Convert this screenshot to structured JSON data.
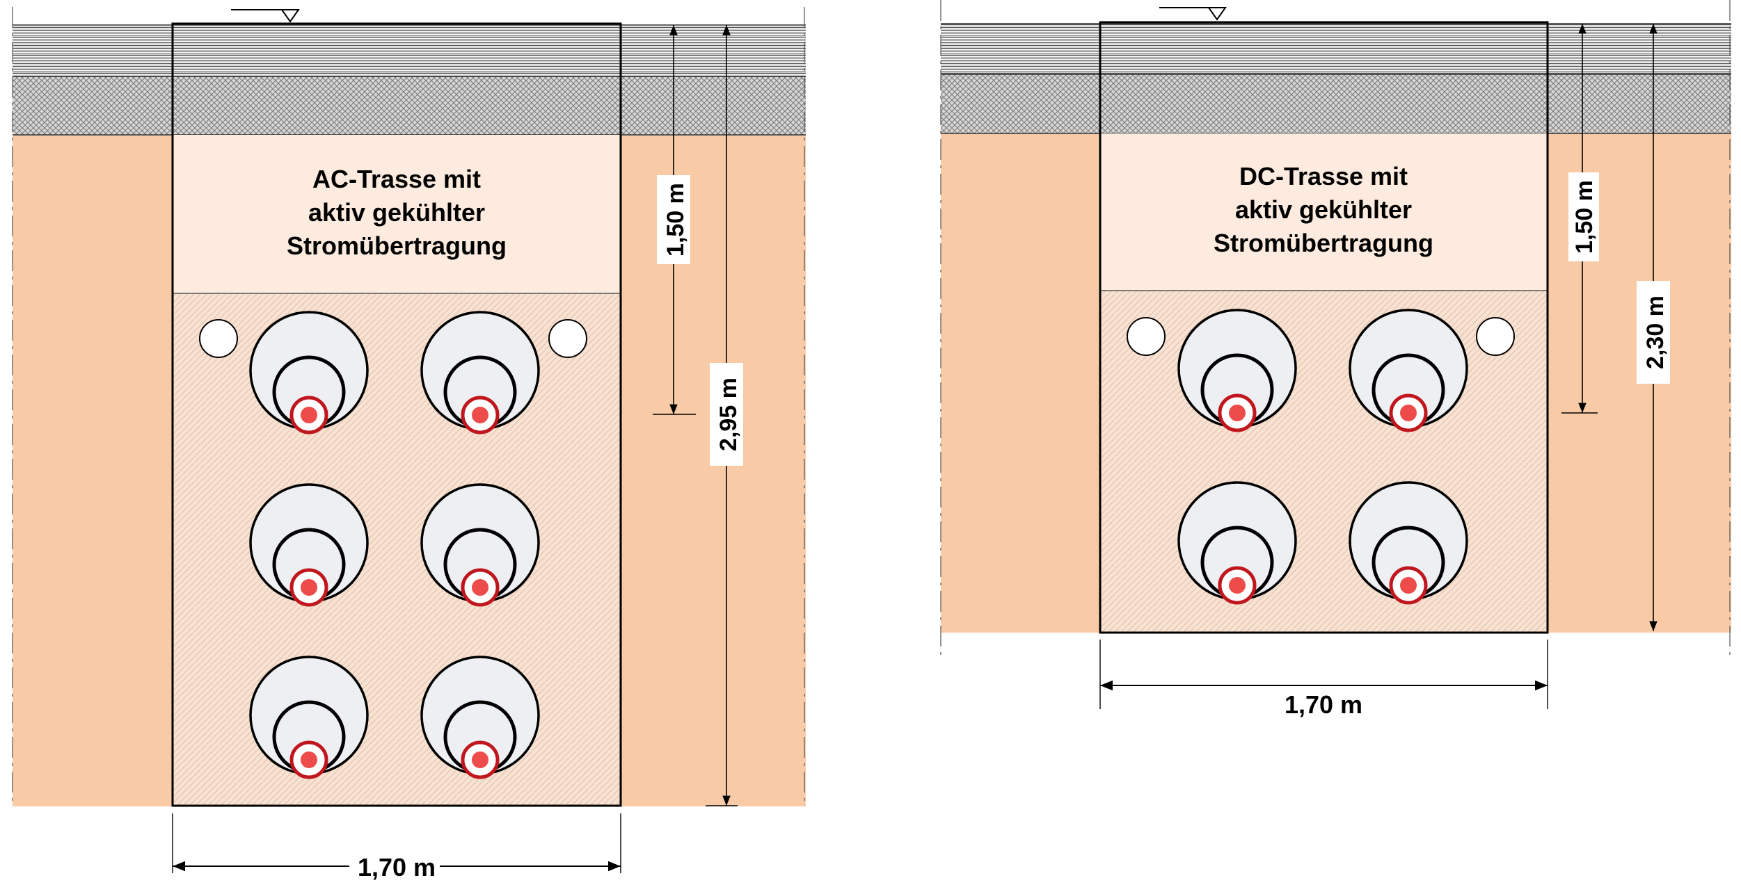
{
  "ac_section": {
    "title_lines": [
      "AC-Trasse mit",
      "aktiv gekühlter",
      "Stromübertragung"
    ],
    "dim_cover": "1,50 m",
    "dim_depth": "2,95 m",
    "dim_width": "1,70 m",
    "cable_rows": 3,
    "cable_cols": 2
  },
  "dc_section": {
    "title_lines": [
      "DC-Trasse mit",
      "aktiv gekühlter",
      "Stromübertragung"
    ],
    "dim_cover": "1,50 m",
    "dim_depth": "2,30 m",
    "dim_width": "1,70 m",
    "cable_rows": 2,
    "cable_cols": 2
  },
  "colors": {
    "soil": "#f8cba6",
    "trench_upper": "#fcebde",
    "bedding": "#f7e2d3",
    "conduit_fill": "#edeff3",
    "conductor": "#c0161d",
    "conductor_core": "#ee4b4b"
  }
}
